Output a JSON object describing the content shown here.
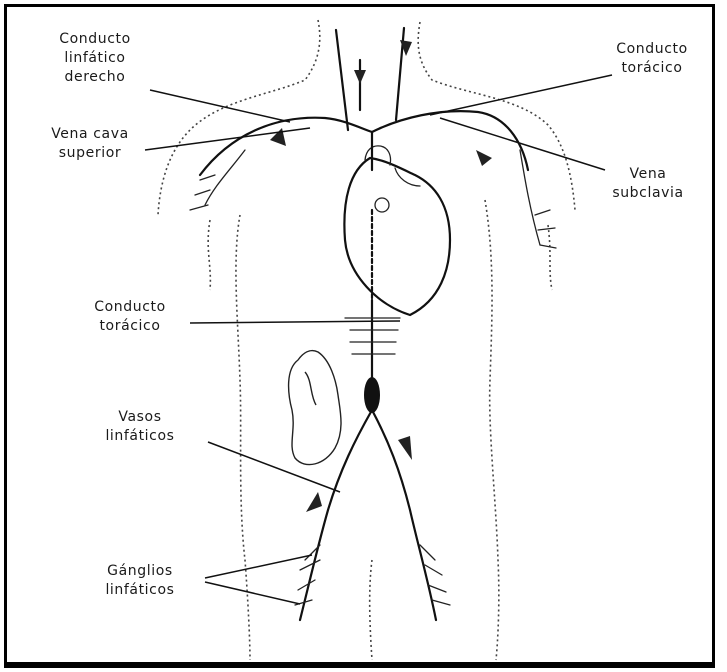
{
  "labels": {
    "conducto_linfatico_derecho": [
      "Conducto",
      "linfático",
      "derecho"
    ],
    "vena_cava_superior": [
      "Vena cava",
      "superior"
    ],
    "conducto_toracico_top": [
      "Conducto",
      "torácico"
    ],
    "vena_subclavia": [
      "Vena",
      "subclavia"
    ],
    "conducto_toracico_mid": [
      "Conducto",
      "torácico"
    ],
    "vasos_linfaticos": [
      "Vasos",
      "linfáticos"
    ],
    "ganglios_linfaticos": [
      "Gánglios",
      "linfáticos"
    ]
  }
}
